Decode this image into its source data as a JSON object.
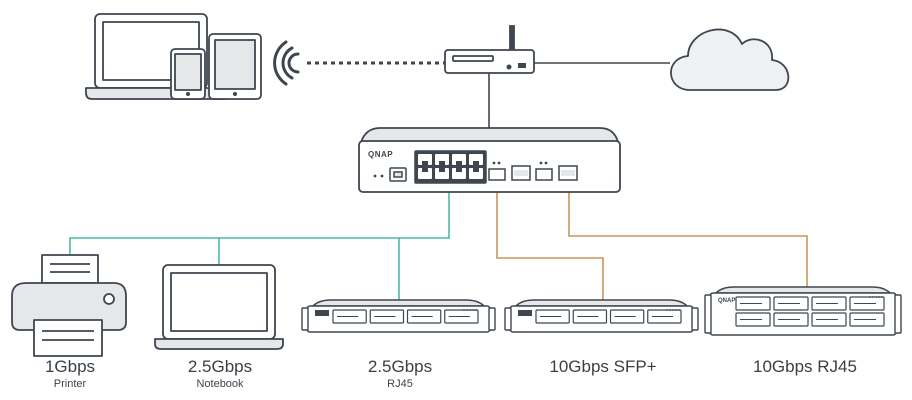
{
  "brand": {
    "logo_text": "QNAP"
  },
  "colors": {
    "outline": "#3f4650",
    "fill_light": "#e6e7e9",
    "screen_bg": "#ffffff",
    "link_1g": "#4fb9a8",
    "link_10g": "#c9955a",
    "cloud_fill": "#eef0f2",
    "text": "#3a3f45"
  },
  "icons": {
    "wifi": "wifi-icon",
    "router": "router-icon",
    "cloud": "cloud-icon",
    "switch": "network-switch-icon",
    "printer": "printer-icon",
    "laptop": "laptop-icon",
    "nas_rack": "rackmount-nas-icon"
  },
  "devices": [
    {
      "id": "printer",
      "speed": "1Gbps",
      "type": "Printer"
    },
    {
      "id": "notebook",
      "speed": "2.5Gbps",
      "type": "Notebook"
    },
    {
      "id": "nas_rj45",
      "speed": "2.5Gbps",
      "type": "RJ45"
    },
    {
      "id": "nas_sfp",
      "speed": "10Gbps SFP+",
      "type": ""
    },
    {
      "id": "nas_10g",
      "speed": "10Gbps RJ45",
      "type": ""
    }
  ]
}
